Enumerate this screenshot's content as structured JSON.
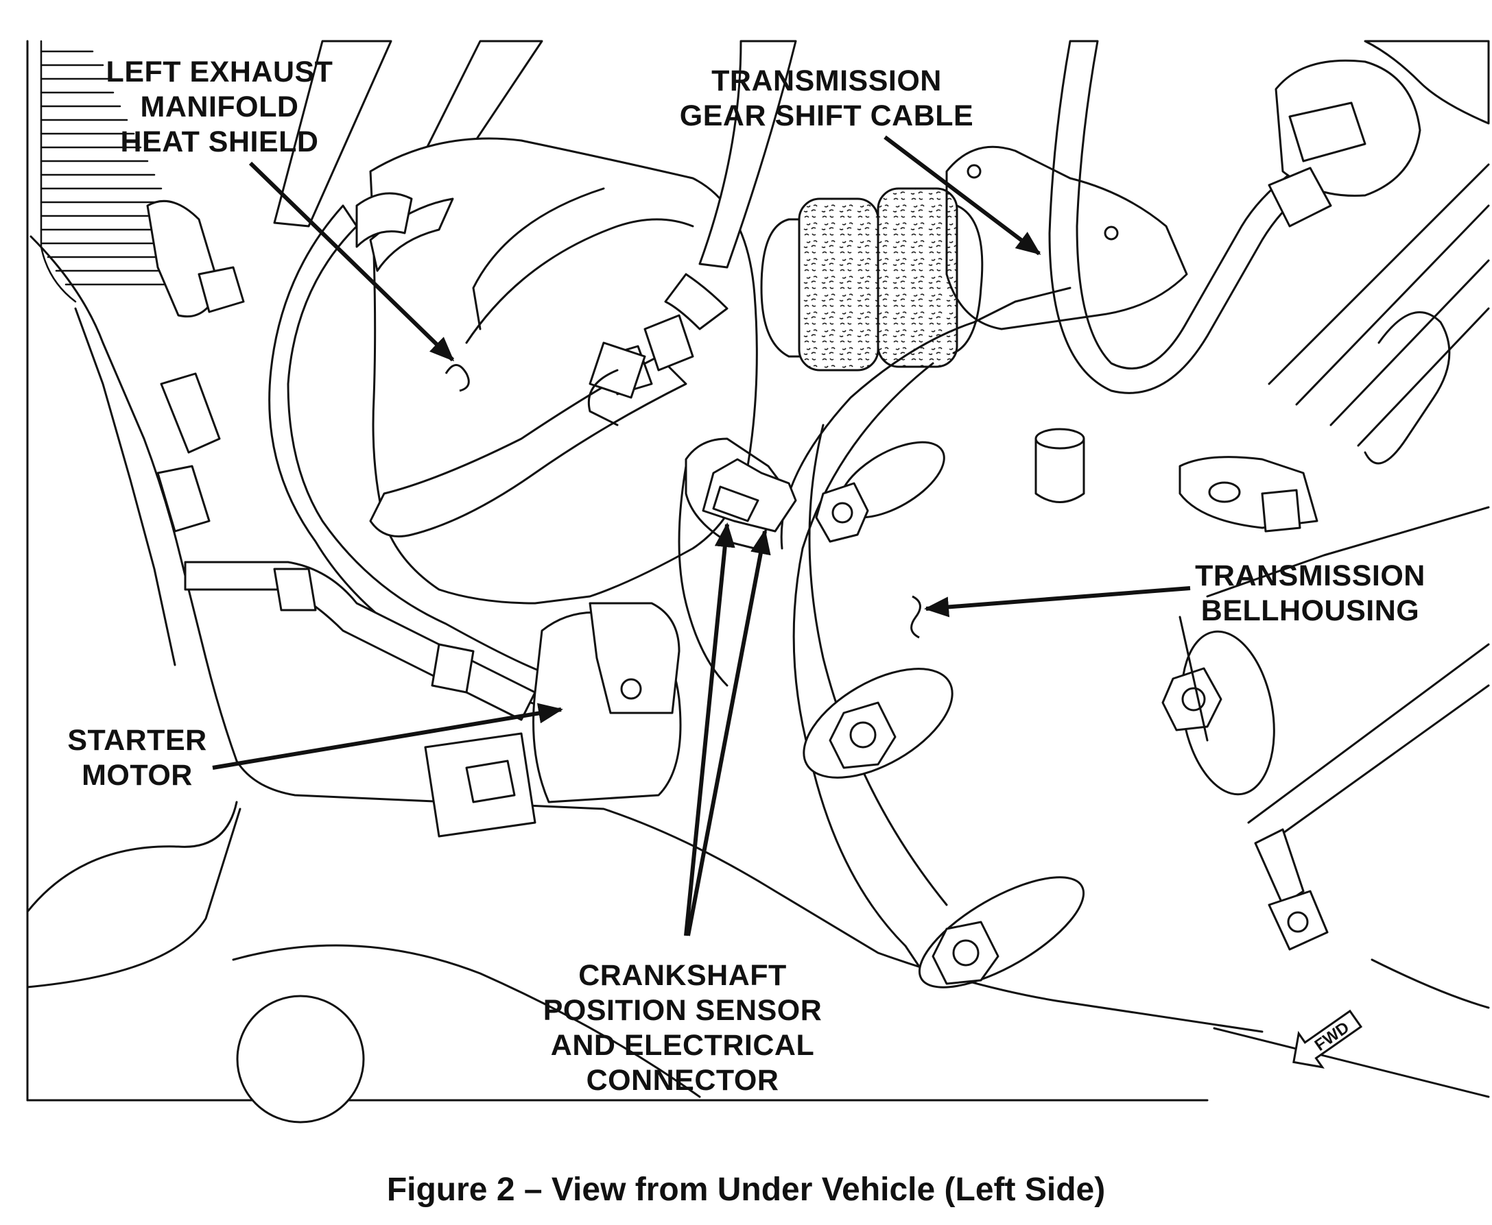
{
  "figure": {
    "caption": "Figure 2 – View from Under Vehicle (Left Side)",
    "labels": {
      "heat_shield": [
        "LEFT EXHAUST",
        "MANIFOLD",
        "HEAT SHIELD"
      ],
      "shift_cable": [
        "TRANSMISSION",
        "GEAR SHIFT CABLE"
      ],
      "bellhousing": [
        "TRANSMISSION",
        "BELLHOUSING"
      ],
      "starter": [
        "STARTER",
        "MOTOR"
      ],
      "crank_sensor": [
        "CRANKSHAFT",
        "POSITION SENSOR",
        "AND ELECTRICAL",
        "CONNECTOR"
      ]
    },
    "direction_marker": "FWD",
    "line_color": "#111111",
    "background_color": "#ffffff"
  }
}
